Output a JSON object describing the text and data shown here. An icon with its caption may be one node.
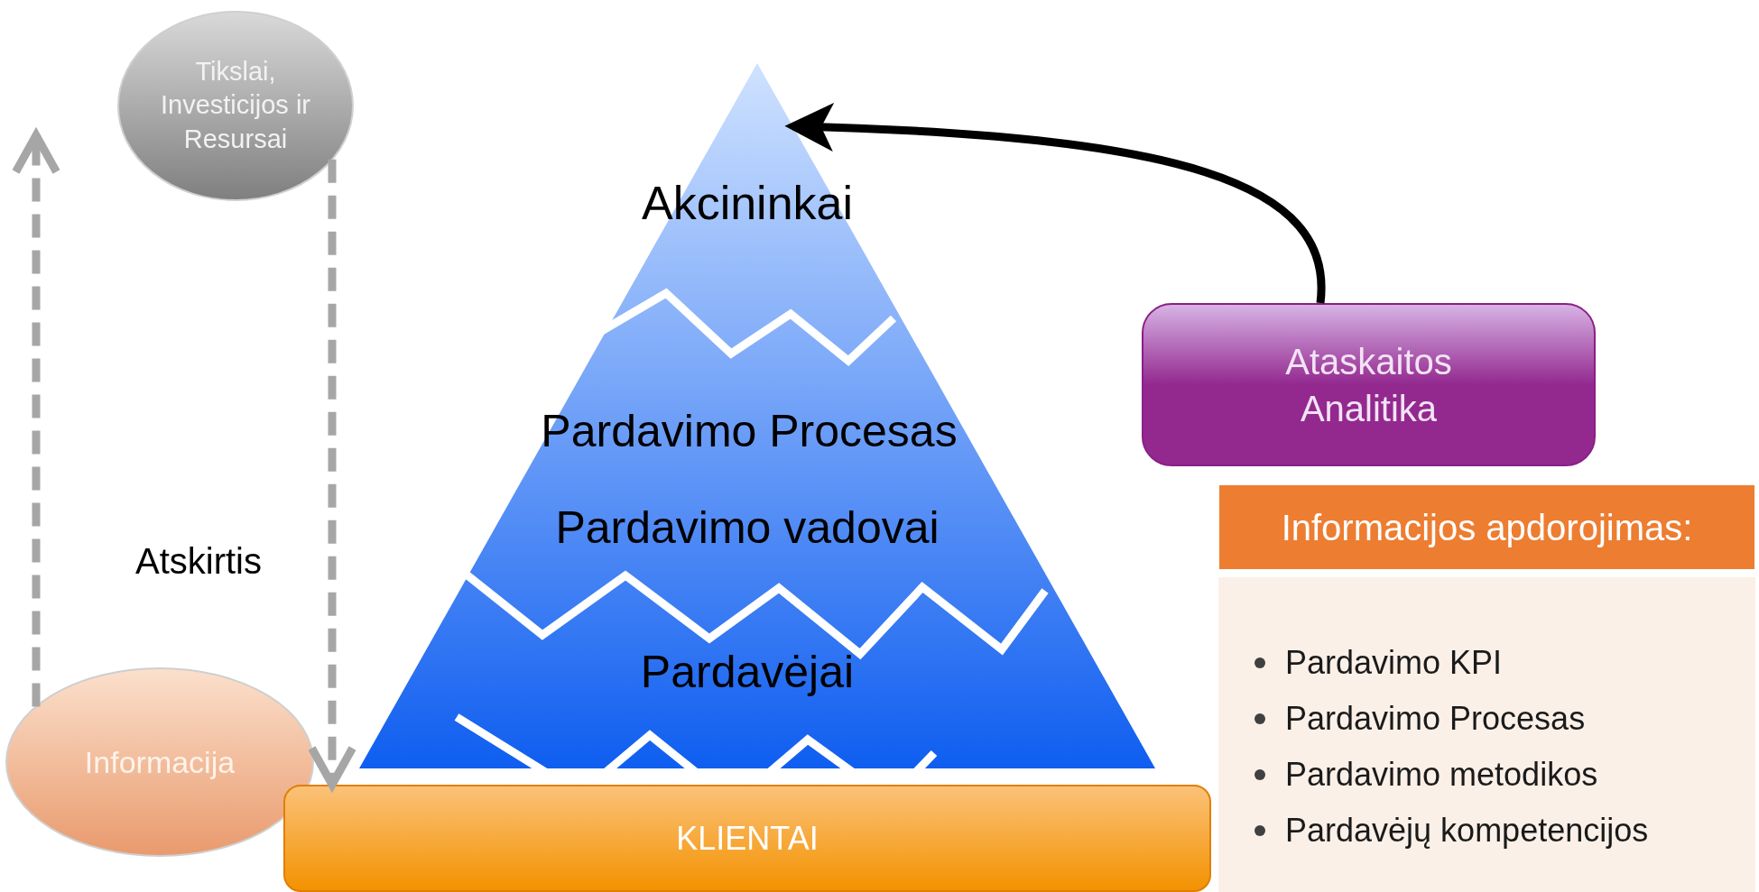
{
  "diagram": {
    "nodes": [
      {
        "text": [
          "Tikslai, Investicijos ir Resursai"
        ]
      },
      {
        "text": [
          "Akcininkai",
          "Pardavimo Procesas",
          "Pardavimo vadovai",
          "Pardavėjai"
        ]
      },
      {
        "text": [
          "Informacija"
        ]
      },
      {
        "text": [
          "KLIENTAI"
        ]
      },
      {
        "text": [
          "Ataskaitos Analitika"
        ]
      },
      {
        "text": [
          "Informacijos apdorojimas:"
        ]
      },
      {
        "text": [
          "Pardavimo KPI",
          "Pardavimo Procesas",
          "Pardavimo metodikos",
          "Pardavėjų kompetencijos"
        ]
      }
    ],
    "edges": [
      {
        "from": 0,
        "to": 3,
        "arrow": "to",
        "style": "dashed"
      },
      {
        "from": 2,
        "to": null,
        "arrow": "to",
        "style": "dashed"
      },
      {
        "from": 4,
        "to": 1,
        "arrow": "to",
        "color": "#000000"
      }
    ],
    "labels": [
      "Atskirtis"
    ]
  }
}
